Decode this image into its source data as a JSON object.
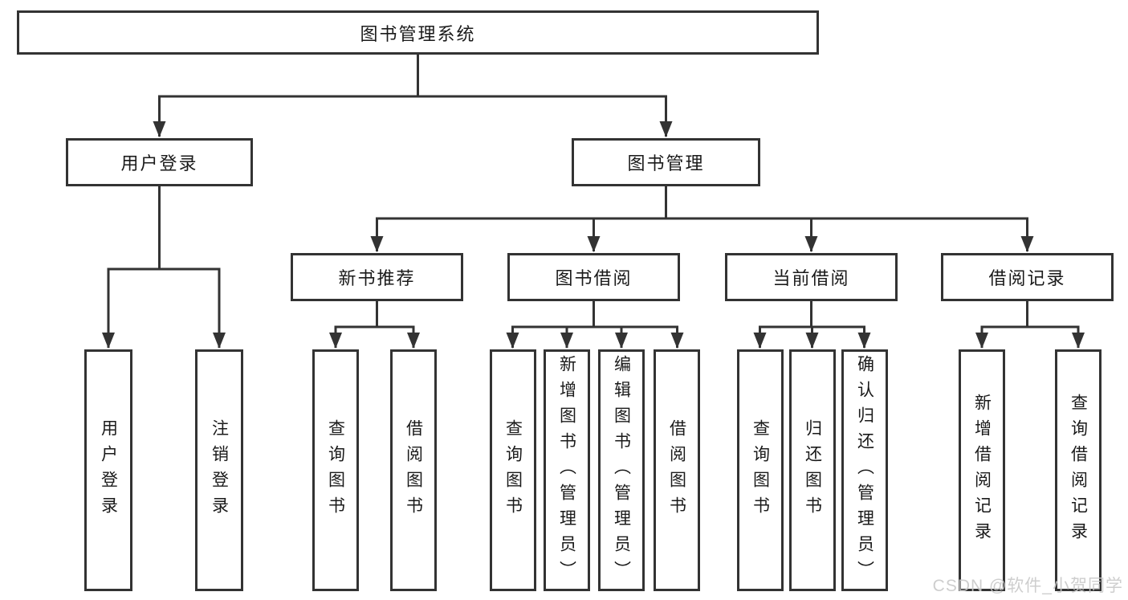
{
  "diagram": {
    "title": "图书管理系统",
    "tree": {
      "root_label": "图书管理系统",
      "level2": [
        {
          "label": "用户登录",
          "children": [
            "用户登录",
            "注销登录"
          ]
        },
        {
          "label": "图书管理"
        }
      ],
      "level3": [
        {
          "label": "新书推荐",
          "children": [
            "查询图书",
            "借阅图书"
          ]
        },
        {
          "label": "图书借阅",
          "children": [
            "查询图书",
            "新增图书（管理员）",
            "编辑图书（管理员）",
            "借阅图书"
          ]
        },
        {
          "label": "当前借阅",
          "children": [
            "查询图书",
            "归还图书",
            "确认归还（管理员）"
          ]
        },
        {
          "label": "借阅记录",
          "children": [
            "新增借阅记录",
            "查询借阅记录"
          ]
        }
      ]
    },
    "colors": {
      "line": "#333333",
      "box_border": "#333333",
      "text": "#1a1a1a",
      "background": "#ffffff",
      "watermark": "#c9c9c9"
    }
  },
  "watermark": "CSDN @软件_小贺同学"
}
